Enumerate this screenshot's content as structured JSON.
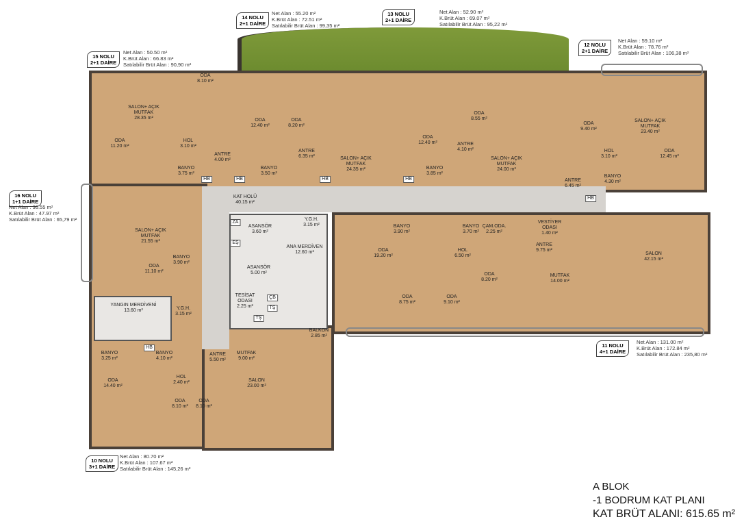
{
  "units": [
    {
      "no": "14 NOLU",
      "type": "2+1 DAİRE",
      "net": "Net Alan    :  55.20 m²",
      "kbrut": "K.Brüt Alan :  72.51 m²",
      "sat": "Satılabilir Brüt Alan : 99,35 m²"
    },
    {
      "no": "13 NOLU",
      "type": "2+1 DAİRE",
      "net": "Net Alan    :  52.90 m²",
      "kbrut": "K.Brüt Alan :  69.07 m²",
      "sat": "Satılabilir Brüt Alan : 95,22 m²"
    },
    {
      "no": "15 NOLU",
      "type": "2+1 DAİRE",
      "net": "Net Alan    :  50.50 m²",
      "kbrut": "K.Brüt Alan :  66.83 m²",
      "sat": "Satılabilir Brüt Alan : 90,90 m²"
    },
    {
      "no": "12 NOLU",
      "type": "2+1 DAİRE",
      "net": "Net Alan    :  59.10 m²",
      "kbrut": "K.Brüt Alan :  78.76 m²",
      "sat": "Satılabilir Brüt Alan : 106,38 m²"
    },
    {
      "no": "16 NOLU",
      "type": "1+1 DAİRE",
      "net": "Net Alan    :  36.55 m²",
      "kbrut": "K.Brüt Alan :  47.97 m²",
      "sat": "Satılabilir Brüt Alan : 65,79 m²"
    },
    {
      "no": "11 NOLU",
      "type": "4+1 DAİRE",
      "net": "Net Alan    :  131.00 m²",
      "kbrut": "K.Brüt Alan :  172.84 m²",
      "sat": "Satılabilir Brüt Alan : 235,80 m²"
    },
    {
      "no": "10 NOLU",
      "type": "3+1 DAİRE",
      "net": "Net Alan    :  80.70 m²",
      "kbrut": "K.Brüt Alan :  107.67 m²",
      "sat": "Satılabilir Brüt Alan : 145,26 m²"
    }
  ],
  "rooms": [
    "ODA\n8.10 m²",
    "SALON+ AÇIK\nMUTFAK\n28.35 m²",
    "ODA\n11.20 m²",
    "HOL\n3.10 m²",
    "ANTRE\n4.00 m²",
    "BANYO\n3.75 m²",
    "ODA\n12.40 m²",
    "ODA\n8.20 m²",
    "BANYO\n3.50 m²",
    "ANTRE\n6.35 m²",
    "SALON+ AÇIK\nMUTFAK\n24.35 m²",
    "ODA\n12.40 m²",
    "BANYO\n3.85 m²",
    "ODA\n8.55 m²",
    "ANTRE\n4.10 m²",
    "SALON+ AÇIK\nMUTFAK\n24.00 m²",
    "ODA\n9.40 m²",
    "SALON+ AÇIK\nMUTFAK\n23.40 m²",
    "HOL\n3.10 m²",
    "ODA\n12.45 m²",
    "BANYO\n4.30 m²",
    "ANTRE\n6.45 m²",
    "KAT HOLÜ\n40.15 m²",
    "SALON+ AÇIK\nMUTFAK\n21.55 m²",
    "BANYO\n3.90 m²",
    "ODA\n11.10 m²",
    "ASANSÖR\n3.60 m²",
    "Y.G.H.\n3.15 m²",
    "ANA MERDİVEN\n12.60 m²",
    "ASANSÖR\n5.00 m²",
    "TESİSAT\nODASI\n2.25 m²",
    "YANGIN MERDİVENİ\n13.60 m²",
    "Y.G.H.\n3.15 m²",
    "BANYO\n3.90 m²",
    "BANYO\n3.70 m²",
    "ÇAM.ODA.\n2.25 m²",
    "VESTİYER\nODASI\n1.40 m²",
    "HOL\n6.50 m²",
    "ODA\n19.20 m²",
    "ANTRE\n9.75 m²",
    "SALON\n42.15 m²",
    "ODA\n8.20 m²",
    "MUTFAK\n14.00 m²",
    "ODA\n8.75 m²",
    "ODA\n9.10 m²",
    "BALKON\n2.85 m²",
    "BANYO\n3.25 m²",
    "BANYO\n4.10 m²",
    "ANTRE\n5.50 m²",
    "MUTFAK\n9.00 m²",
    "SALON\n23.00 m²",
    "ODA\n14.40 m²",
    "HOL\n2.40 m²",
    "ODA\n8.10 m²",
    "ODA\n8.10 m²"
  ],
  "tags": [
    "HB",
    "HB",
    "HB",
    "HB",
    "HB",
    "HB",
    "ZA",
    "EŞ",
    "ÇB",
    "TŞ",
    "TŞ"
  ],
  "title": {
    "block": "A BLOK",
    "floor": "-1 BODRUM KAT PLANI",
    "area": "KAT BRÜT ALANI: 615.65 m²"
  }
}
